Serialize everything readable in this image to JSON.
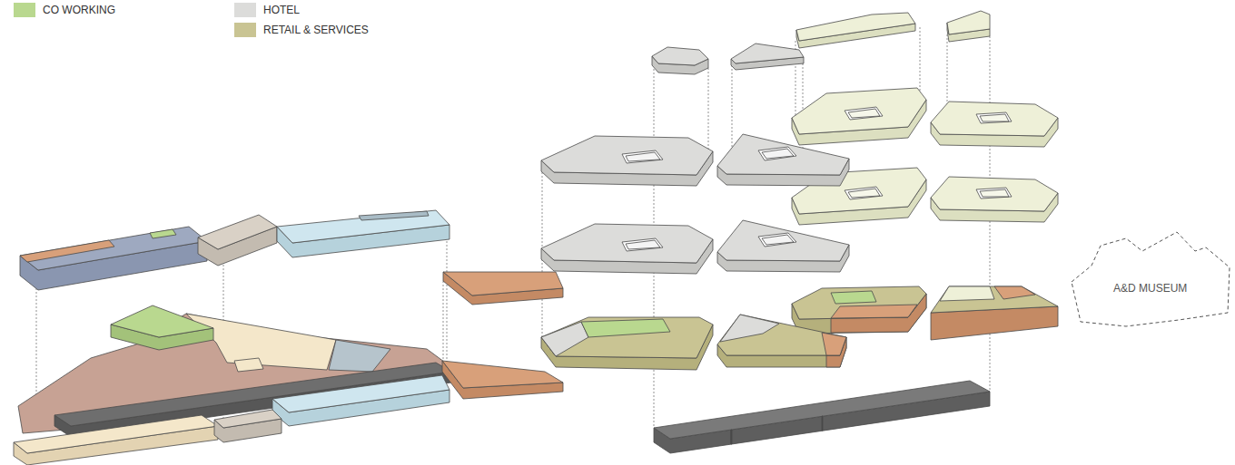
{
  "diagram": {
    "nodes": [
      {
        "text": [
          "A&D MUSEUM"
        ]
      }
    ],
    "legend": [
      {
        "text": "CO WORKING",
        "color": "#b9d88f"
      },
      {
        "text": "HOTEL",
        "color": "#dcdcda"
      },
      {
        "text": "RETAIL & SERVICES",
        "color": "#c9c493"
      }
    ]
  }
}
